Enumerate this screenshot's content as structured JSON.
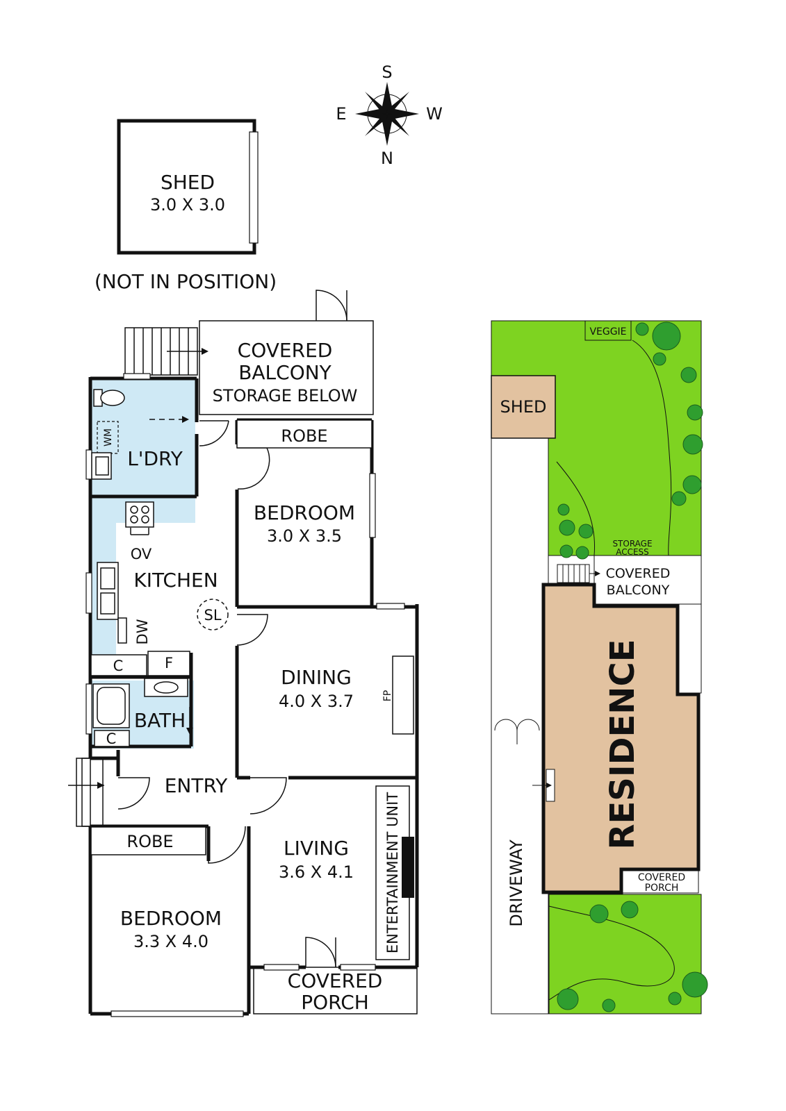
{
  "compass": {
    "top": "S",
    "left": "E",
    "right": "W",
    "bottom": "N"
  },
  "shed": {
    "name": "SHED",
    "size": "3.0 X 3.0",
    "note": "(NOT IN POSITION)"
  },
  "rooms": {
    "covered_balcony": {
      "line1": "COVERED",
      "line2": "BALCONY",
      "line3": "STORAGE BELOW"
    },
    "laundry": {
      "name": "L'DRY",
      "wm": "WM"
    },
    "robe_upper": "ROBE",
    "bedroom_upper": {
      "name": "BEDROOM",
      "size": "3.0 X 3.5"
    },
    "kitchen": {
      "name": "KITCHEN",
      "ov": "OV",
      "dw": "DW",
      "sl": "SL",
      "c": "C",
      "f": "F"
    },
    "bath": {
      "name": "BATH",
      "c": "C"
    },
    "dining": {
      "name": "DINING",
      "size": "4.0 X 3.7",
      "fp": "FP"
    },
    "entry": {
      "name": "ENTRY"
    },
    "robe_lower": "ROBE",
    "bedroom_lower": {
      "name": "BEDROOM",
      "size": "3.3 X 4.0"
    },
    "living": {
      "name": "LIVING",
      "size": "3.6 X 4.1"
    },
    "entertainment_unit": "ENTERTAINMENT UNIT",
    "covered_porch": {
      "line1": "COVERED",
      "line2": "PORCH"
    }
  },
  "site": {
    "veggie": "VEGGIE",
    "shed": "SHED",
    "storage_access": {
      "line1": "STORAGE",
      "line2": "ACCESS"
    },
    "covered_balcony": {
      "line1": "COVERED",
      "line2": "BALCONY"
    },
    "residence": "RESIDENCE",
    "covered_porch": {
      "line1": "COVERED",
      "line2": "PORCH"
    },
    "driveway": "DRIVEWAY"
  },
  "colors": {
    "wet_area": "#cfe9f5",
    "lawn": "#7ed321",
    "building": "#e2c2a0",
    "tree": "#2f9e2f"
  }
}
